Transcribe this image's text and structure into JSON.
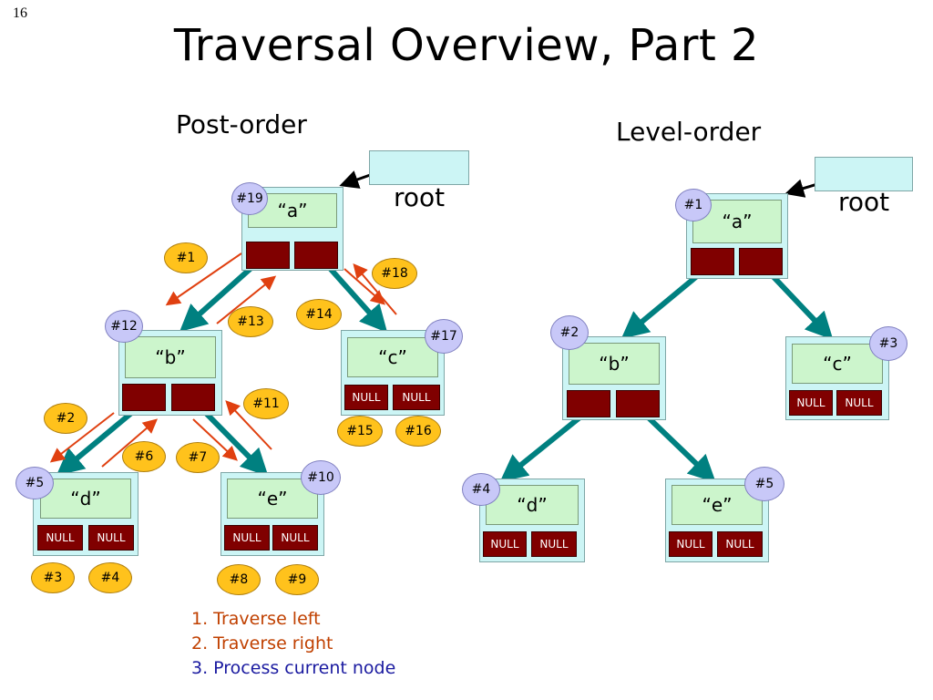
{
  "slide_number": "16",
  "title": "Traversal Overview, Part 2",
  "postorder": {
    "heading": "Post-order",
    "root_label": "root",
    "nodes": {
      "a": {
        "label": "“a”",
        "badge": "#19"
      },
      "b": {
        "label": "“b”",
        "badge": "#12"
      },
      "c": {
        "label": "“c”",
        "badge": "#17",
        "left": "NULL",
        "right": "NULL"
      },
      "d": {
        "label": "“d”",
        "badge": "#5",
        "left": "NULL",
        "right": "NULL"
      },
      "e": {
        "label": "“e”",
        "badge": "#10",
        "left": "NULL",
        "right": "NULL"
      }
    },
    "steps": [
      "#1",
      "#18",
      "#13",
      "#14",
      "#2",
      "#11",
      "#6",
      "#7",
      "#15",
      "#16",
      "#3",
      "#4",
      "#8",
      "#9"
    ]
  },
  "levelorder": {
    "heading": "Level-order",
    "root_label": "root",
    "nodes": {
      "a": {
        "label": "“a”",
        "badge": "#1"
      },
      "b": {
        "label": "“b”",
        "badge": "#2"
      },
      "c": {
        "label": "“c”",
        "badge": "#3",
        "left": "NULL",
        "right": "NULL"
      },
      "d": {
        "label": "“d”",
        "badge": "#4",
        "left": "NULL",
        "right": "NULL"
      },
      "e": {
        "label": "“e”",
        "badge": "#5",
        "left": "NULL",
        "right": "NULL"
      }
    }
  },
  "legend": [
    {
      "text": "1. Traverse left",
      "color": "#c04000"
    },
    {
      "text": "2. Traverse right",
      "color": "#c04000"
    },
    {
      "text": "3. Process current node",
      "color": "#1a1aa0"
    }
  ],
  "colors": {
    "edge": "#008080",
    "traversal_arrow": "#e04010",
    "root_arrow": "#000000"
  }
}
